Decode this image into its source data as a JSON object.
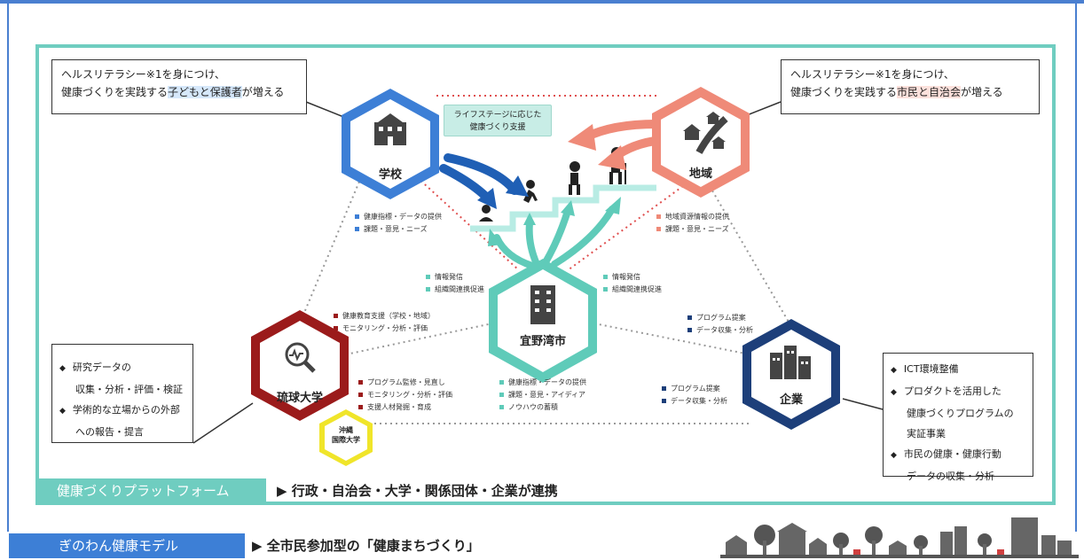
{
  "callouts": {
    "school_line1": "ヘルスリテラシー※1を身につけ、",
    "school_line2_pre": "健康づくりを実践する",
    "school_line2_hl": "子どもと保護者",
    "school_line2_post": "が増える",
    "region_line1": "ヘルスリテラシー※1を身につけ、",
    "region_line2_pre": "健康づくりを実践する",
    "region_line2_hl": "市民と自治会",
    "region_line2_post": "が増える"
  },
  "nodes": {
    "school": "学校",
    "region": "地域",
    "city": "宜野湾市",
    "university": "琉球大学",
    "okinawa_intl": "沖縄\n国際大学",
    "company": "企業"
  },
  "lifestage": {
    "line1": "ライフステージに応じた",
    "line2": "健康づくり支援"
  },
  "bullets": {
    "school_to_city": [
      "健康指標・データの提供",
      "課題・意見・ニーズ"
    ],
    "region_to_city": [
      "地域資源情報の提供",
      "課題・意見・ニーズ"
    ],
    "city_left": [
      "情報発信",
      "組織間連携促進"
    ],
    "city_right": [
      "情報発信",
      "組織間連携促進"
    ],
    "univ_top": [
      "健康教育支援（学校・地域）",
      "モニタリング・分析・評価"
    ],
    "univ_right": [
      "プログラム監修・見直し",
      "モニタリング・分析・評価",
      "支援人材発掘・育成"
    ],
    "city_bottom": [
      "健康指標・データの提供",
      "課題・意見・アイディア",
      "ノウハウの蓄積"
    ],
    "company_top": [
      "プログラム提案",
      "データ収集・分析"
    ],
    "company_left": [
      "プログラム提案",
      "データ収集・分析"
    ]
  },
  "left_list": [
    {
      "l1": "研究データの",
      "l2": "収集・分析・評価・検証"
    },
    {
      "l1": "学術的な立場からの外部",
      "l2": "への報告・提言"
    }
  ],
  "right_list": [
    {
      "l1": "ICT環境整備",
      "l2": ""
    },
    {
      "l1": "プロダクトを活用した",
      "l2": "健康づくりプログラムの",
      "l3": "実証事業"
    },
    {
      "l1": "市民の健康・健康行動",
      "l2": "データの収集・分析"
    }
  ],
  "platform": {
    "label": "健康づくりプラットフォーム",
    "desc": "▶ 行政・自治会・大学・関係団体・企業が連携"
  },
  "model": {
    "label": "ぎのわん健康モデル",
    "desc": "▶ 全市民参加型の「健康まちづくり」"
  },
  "bullet_mark": "◆",
  "colors": {
    "school": "#3d7fd6",
    "region": "#ef8a78",
    "city": "#5fcbb9",
    "university": "#9b1b1b",
    "company": "#1d3f7a",
    "okinawa": "#f0e52a"
  }
}
